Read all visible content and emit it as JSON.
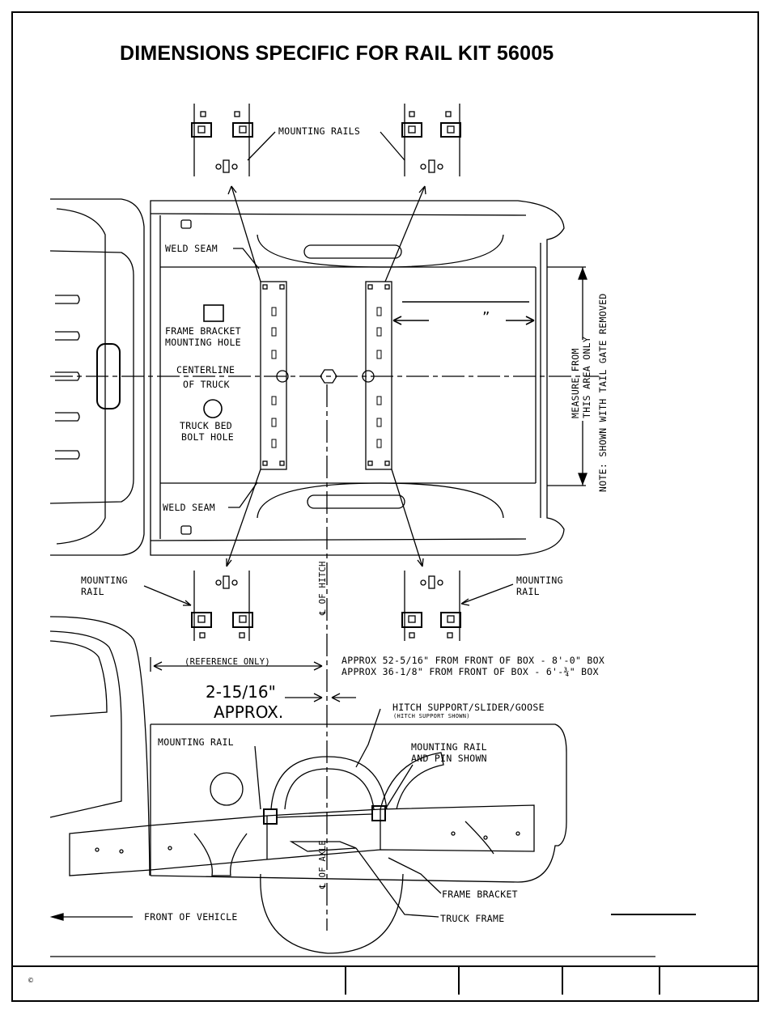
{
  "title": "DIMENSIONS SPECIFIC FOR RAIL KIT 56005",
  "labels": {
    "mounting_rails": "MOUNTING RAILS",
    "weld_seam_top": "WELD SEAM",
    "weld_seam_bottom": "WELD SEAM",
    "frame_bracket_mounting_hole_1": "FRAME BRACKET",
    "frame_bracket_mounting_hole_2": "MOUNTING HOLE",
    "centerline_1": "CENTERLINE",
    "centerline_2": "OF TRUCK",
    "truck_bed_bolt_hole_1": "TRUCK BED",
    "truck_bed_bolt_hole_2": "BOLT HOLE",
    "dimension_mark": "”",
    "measure_from_1": "MEASURE FROM",
    "measure_from_2": "THIS AREA ONLY",
    "note_tailgate": "NOTE: SHOWN WITH TAIL GATE REMOVED",
    "mounting_rail_left_1": "MOUNTING",
    "mounting_rail_left_2": "RAIL",
    "mounting_rail_right_1": "MOUNTING",
    "mounting_rail_right_2": "RAIL",
    "cl_hitch": "℄ OF HITCH",
    "reference_only": "(REFERENCE ONLY)",
    "approx_8ft": "APPROX 52-5/16\" FROM FRONT OF BOX - 8'-0\" BOX",
    "approx_6ft": "APPROX 36-1/8\" FROM FRONT OF BOX  - 6'-¾\" BOX",
    "dim_value": "2-15/16\"",
    "dim_approx": "APPROX.",
    "hitch_support": "HITCH SUPPORT/SLIDER/GOOSE",
    "hitch_support_shown": "(HITCH SUPPORT SHOWN)",
    "mounting_rail_side": "MOUNTING RAIL",
    "mounting_rail_pin_1": "MOUNTING RAIL",
    "mounting_rail_pin_2": "AND PIN SHOWN",
    "cl_axle": "℄ OF AXLE",
    "frame_bracket": "FRAME BRACKET",
    "truck_frame": "TRUCK FRAME",
    "front_of_vehicle": "FRONT OF VEHICLE"
  },
  "footer": {
    "copyright": "©"
  }
}
